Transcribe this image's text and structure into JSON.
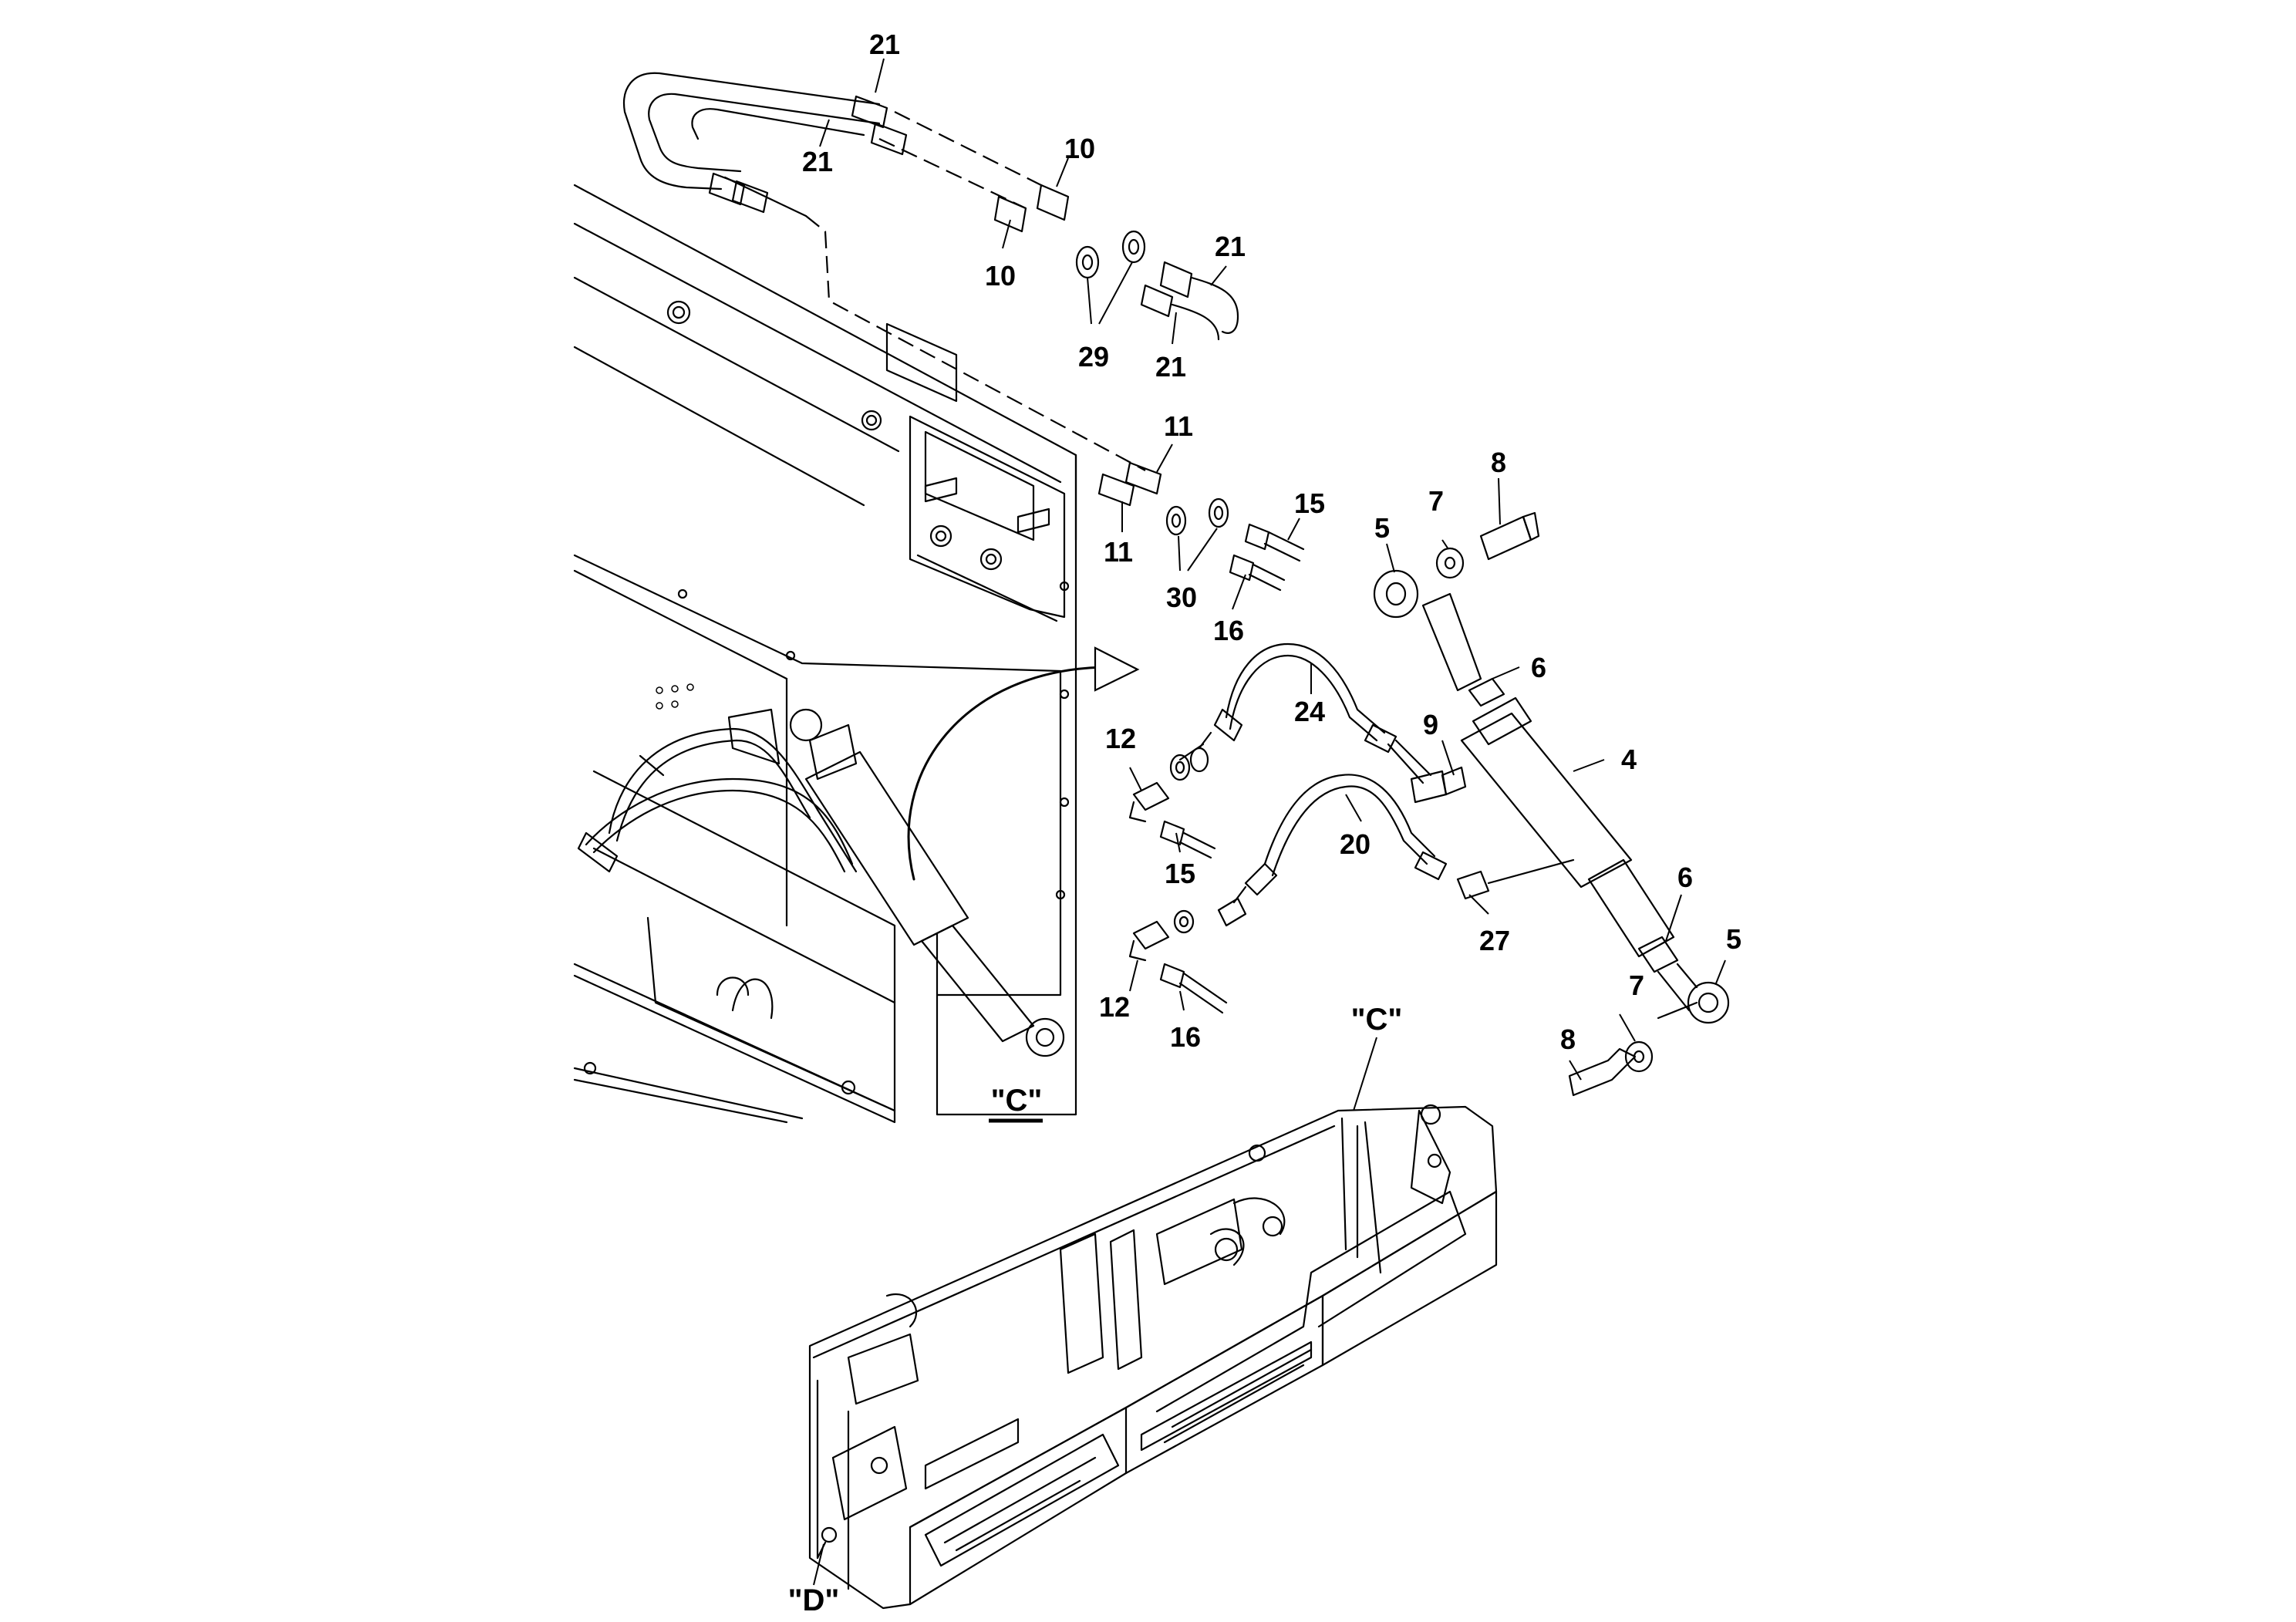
{
  "diagram": {
    "callouts": [
      {
        "id": "c21a",
        "text": "21"
      },
      {
        "id": "c21b",
        "text": "21"
      },
      {
        "id": "c10a",
        "text": "10"
      },
      {
        "id": "c10b",
        "text": "10"
      },
      {
        "id": "c21c",
        "text": "21"
      },
      {
        "id": "c29",
        "text": "29"
      },
      {
        "id": "c21d",
        "text": "21"
      },
      {
        "id": "c11a",
        "text": "11"
      },
      {
        "id": "c15a",
        "text": "15"
      },
      {
        "id": "c8a",
        "text": "8"
      },
      {
        "id": "c7a",
        "text": "7"
      },
      {
        "id": "c5a",
        "text": "5"
      },
      {
        "id": "c11b",
        "text": "11"
      },
      {
        "id": "c30",
        "text": "30"
      },
      {
        "id": "c16a",
        "text": "16"
      },
      {
        "id": "c6a",
        "text": "6"
      },
      {
        "id": "c24",
        "text": "24"
      },
      {
        "id": "c12a",
        "text": "12"
      },
      {
        "id": "c9",
        "text": "9"
      },
      {
        "id": "c4",
        "text": "4"
      },
      {
        "id": "c20",
        "text": "20"
      },
      {
        "id": "c15b",
        "text": "15"
      },
      {
        "id": "c6b",
        "text": "6"
      },
      {
        "id": "c27",
        "text": "27"
      },
      {
        "id": "c5b",
        "text": "5"
      },
      {
        "id": "c12b",
        "text": "12"
      },
      {
        "id": "c16b",
        "text": "16"
      },
      {
        "id": "c7b",
        "text": "7"
      },
      {
        "id": "c8b",
        "text": "8"
      }
    ],
    "views": {
      "c_detail": "\"C\"",
      "c_location": "\"C\"",
      "d_location": "\"D\""
    }
  }
}
